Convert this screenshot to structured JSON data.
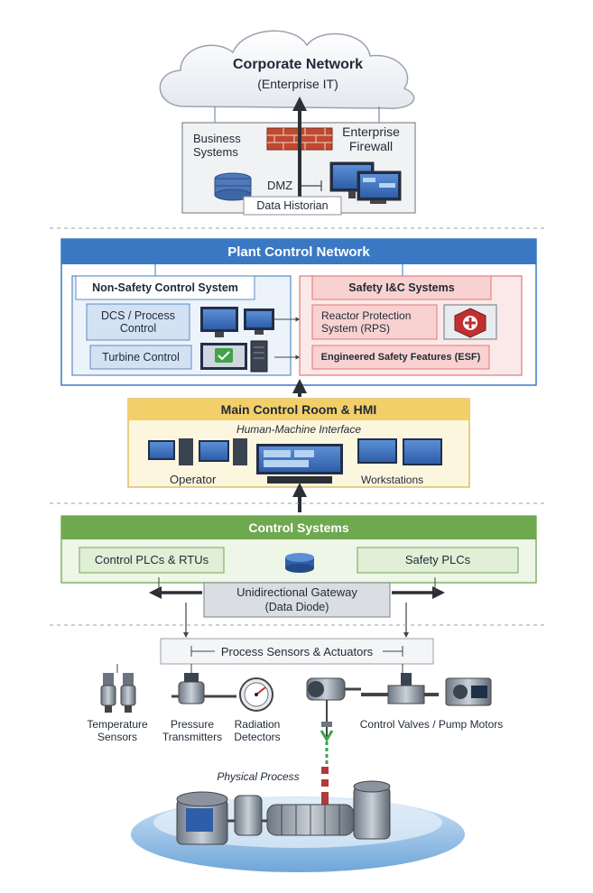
{
  "corporate": {
    "title": "Corporate Network",
    "subtitle": "(Enterprise IT)"
  },
  "enterprise": {
    "business_systems": "Business\nSystems",
    "firewall": "Enterprise\nFirewall",
    "dmz": "DMZ",
    "historian": "Data Historian"
  },
  "plant": {
    "title": "Plant Control Network",
    "non_safety": {
      "title": "Non-Safety Control System",
      "dcs": "DCS / Process\nControl",
      "turbine": "Turbine Control"
    },
    "safety": {
      "title": "Safety I&C Systems",
      "rps": "Reactor Protection\nSystem (RPS)",
      "esf": "Engineered Safety Features (ESF)"
    }
  },
  "mcr": {
    "title": "Main Control Room & HMI",
    "subtitle": "Human-Machine Interface",
    "operator": "Operator",
    "workstations": "Workstations"
  },
  "control": {
    "title": "Control Systems",
    "plcs_rtus": "Control PLCs & RTUs",
    "safety_plcs": "Safety PLCs",
    "gateway_title": "Unidirectional Gateway",
    "gateway_sub": "(Data Diode)"
  },
  "field": {
    "sensors_title": "Process Sensors & Actuators",
    "temperature": "Temperature\nSensors",
    "pressure": "Pressure\nTransmitters",
    "radiation": "Radiation\nDetectors",
    "valves": "Control Valves / Pump Motors",
    "physical": "Physical Process"
  },
  "colors": {
    "plant_blue": "#3b78c4",
    "mcr_gold": "#f3cf6a",
    "control_green": "#6ea84f",
    "safety_red": "#e07878",
    "firewall_brick": "#c0492f",
    "dark_arrow": "#2b2f36"
  }
}
